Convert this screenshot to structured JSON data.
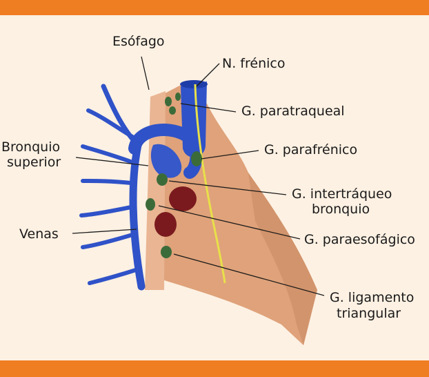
{
  "colors": {
    "band": "#ef7d22",
    "background": "#fdf1e3",
    "lung": "#dfa27a",
    "esophagus": "#e9b593",
    "vein": "#2f52c8",
    "phrenic_nerve": "#e8e04a",
    "lymph_node_green": "#3c6b3a",
    "lymph_node_red": "#7a1a1e"
  },
  "labels": {
    "esofago": "Esófago",
    "n_frenico": "N. frénico",
    "g_paratraqueal": "G. paratraqueal",
    "bronquio_superior_1": "Bronquio",
    "bronquio_superior_2": "superior",
    "g_parafrenico": "G. parafrénico",
    "g_intertraqueo_1": "G. intertráqueo",
    "g_intertraqueo_2": "bronquio",
    "venas": "Venas",
    "g_paraesofagico": "G. paraesofágico",
    "g_ligamento_1": "G. ligamento",
    "g_ligamento_2": "triangular"
  }
}
